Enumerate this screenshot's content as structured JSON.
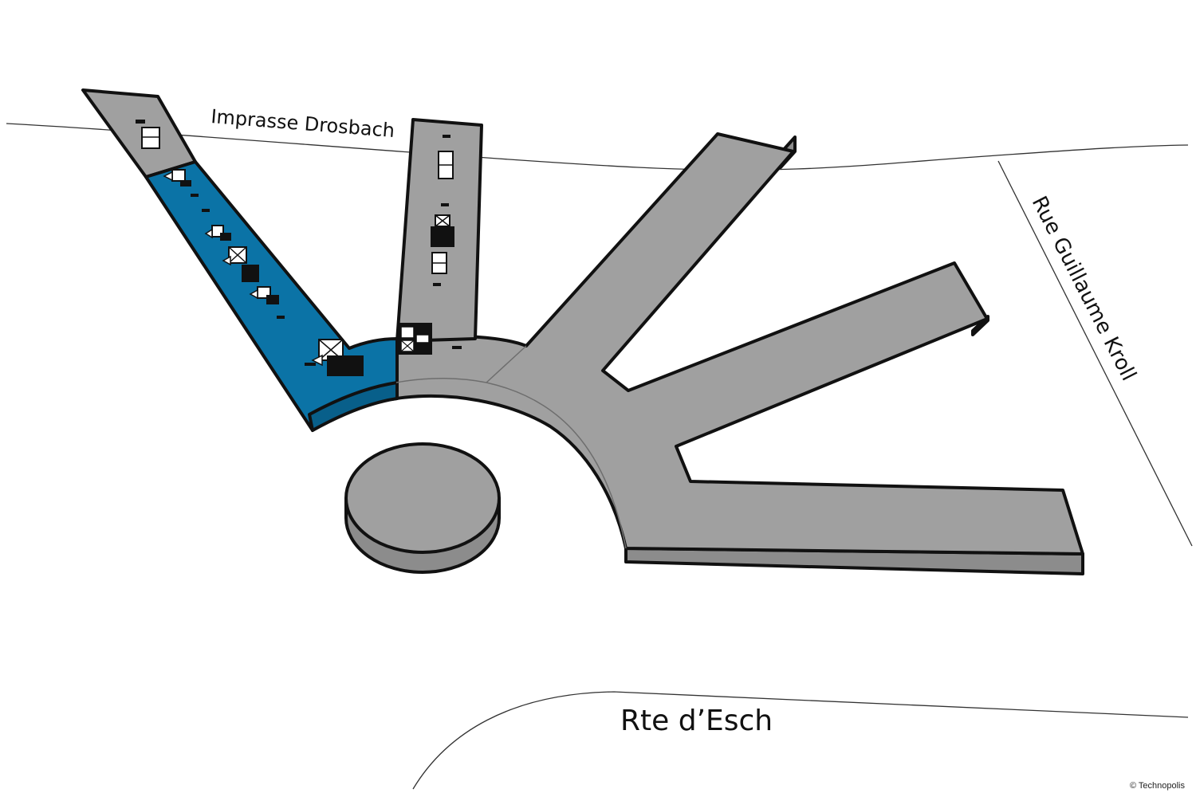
{
  "streets": {
    "north": "Imprasse Drosbach",
    "east": "Rue Guillaume Kroll",
    "south": "Rte d’Esch"
  },
  "copyright": "© Technopolis",
  "colors": {
    "building_top": "#a0a0a0",
    "building_side": "#8c8c8c",
    "highlight": "#0b73a6",
    "highlight_side": "#085f8a",
    "outline": "#111111",
    "background": "#ffffff"
  },
  "highlighted_wing": "north-west wing"
}
